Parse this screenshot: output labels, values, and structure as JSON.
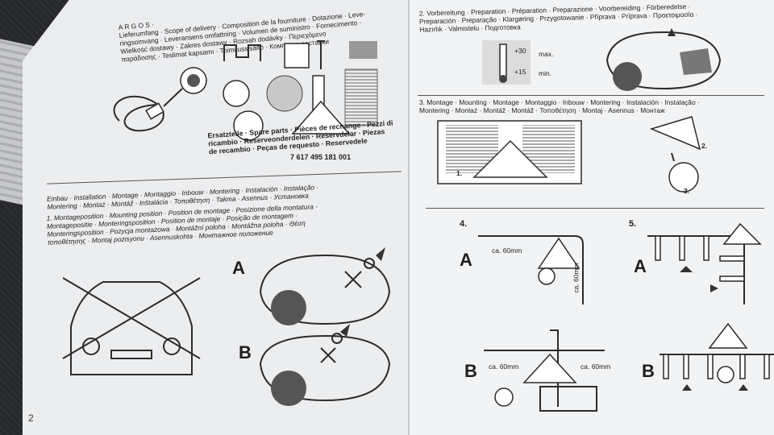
{
  "left_page": {
    "delivery_heading": "A R G O S ·\nLieferumfang · Scope of delivery · Composition de la fourniture · Dotazione · Leve-\nringsomvang · Leveransens omfattning · Volumen de suministro · Fornecimento ·\nWielkość dostawy · Zakres dostawy · Rozsah dodávky · Περιεχόμενο\nπαράδοσης · Teslimat kapsamı · Toimitussisältö · Комплект поставки",
    "spare_parts": "Ersatzteile · Spare parts · Pièces de rechange · Pezzi di\nricambio · Reserveonderdelen · Reservdelar · Piezas\nde recambio · Peças de requesto · Reservedele",
    "part_number": "7 617 495 181 001",
    "installation_heading": "Einbau · Installation · Montage · Montaggio · Inbouw · Montering · Instalación · Instalação ·\nMontering · Montaż · Montáž · Inštalácia · Τοποθέτηση · Takma · Asennus · Установка",
    "step1_text": "1. Montageposition · Mounting position · Position de montage · Posizione della montatura ·\nMontagepositie · Monteringsposition · Position de montaje · Posição de montagem ·\nMonteringsposition · Pozycja montażowa · Montážní poloha · Montážna poloha · Θέση\nτοποθέτησης · Montaj pozisyonu · Asennuskohta · Монтажное положение",
    "option_a": "A",
    "option_b": "B",
    "page_number": "2"
  },
  "right_page": {
    "step2_text": "2. Vorbereitung · Preparation · Préparation · Preparazione · Voorbereiding · Förberedelse ·\nPreparación · Preparação · Klargøring · Przygotowanie · Příprava · Príprava · Προετοιμασία ·\nHazırlık · Valmistelu · Подготовка",
    "max_label": "max.",
    "min_label": "min.",
    "temp_plus30": "+30",
    "temp_plus15": "+15",
    "step3_text": "3. Montage · Mounting · Montage · Montaggio · Inbouw · Montering · Instalación · Instalação ·\nMontering · Montaż · Montáž · Montáž · Τοποθέτηση · Montaj · Asennus · Монтаж",
    "callout_1": "1.",
    "callout_2": "2.",
    "callout_3": "3.",
    "step4_number": "4.",
    "step5_number": "5.",
    "option_a": "A",
    "option_b": "B",
    "measurement": "ca. 60mm"
  }
}
